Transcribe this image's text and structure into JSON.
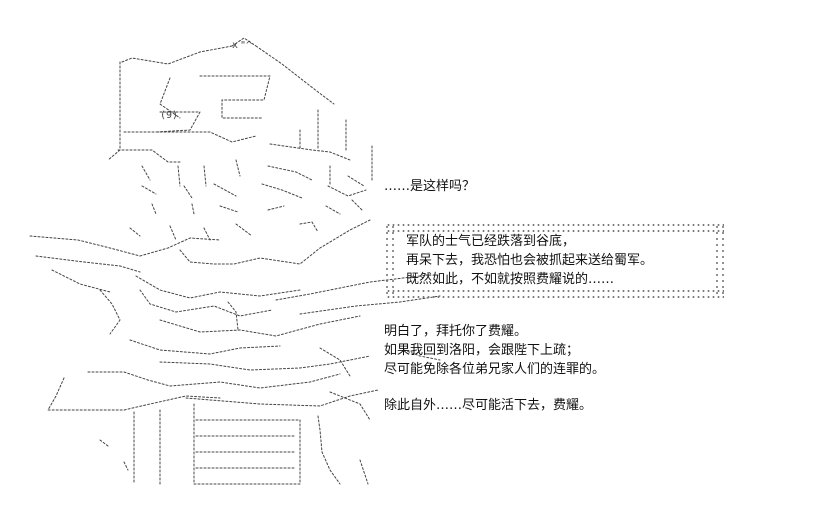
{
  "dialogue": {
    "question": "……是这样吗？",
    "box_lines": [
      "军队的士气已经跌落到谷底，",
      "再呆下去，我恐怕也会被抓起来送给蜀军。",
      "既然如此，不如就按照费耀说的……"
    ],
    "reply_lines": [
      "明白了，拜托你了费耀。",
      "如果我回到洛阳，会跟陛下上疏；",
      "尽可能免除各位弟兄家人们的连罪的。"
    ],
    "final_line": "除此自外……尽可能活下去，费耀。"
  }
}
